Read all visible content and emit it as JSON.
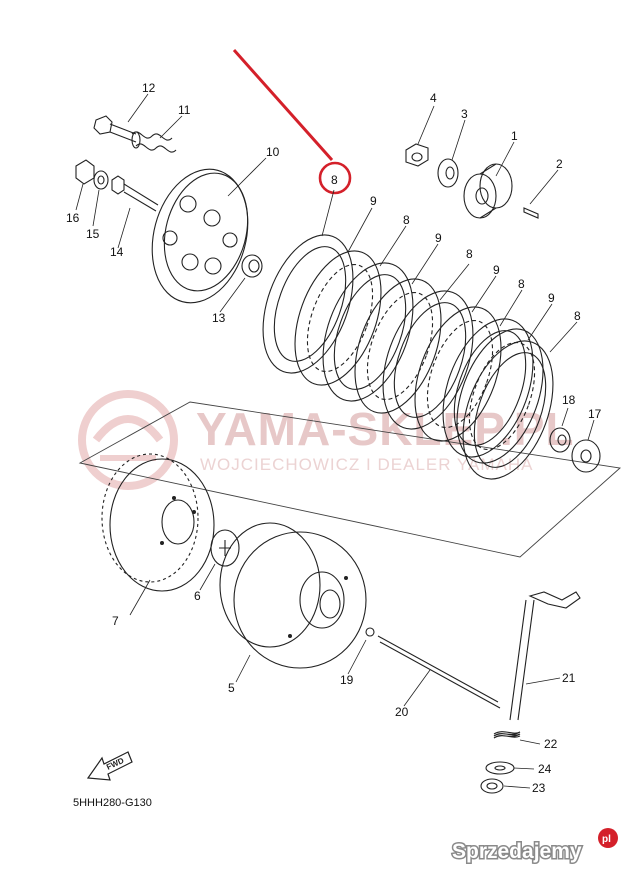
{
  "diagram": {
    "diagram_code": "5HHH280-G130",
    "fwd_label": "FWD",
    "watermark": {
      "title": "YAMA-SKLEP.PL",
      "subtitle": "WOJCIECHOWICZ I DEALER YAMAHA"
    },
    "stamp": {
      "text": "Sprzedajemy",
      "suffix": "pl"
    },
    "highlighted_part": "8",
    "highlight_color": "#d4202a",
    "parts": [
      "1",
      "2",
      "3",
      "4",
      "5",
      "6",
      "7",
      "8",
      "9",
      "10",
      "11",
      "12",
      "13",
      "14",
      "15",
      "16",
      "17",
      "18",
      "19",
      "20",
      "21",
      "22",
      "23",
      "24"
    ],
    "callouts": [
      {
        "number": "1"
      },
      {
        "number": "2"
      },
      {
        "number": "3"
      },
      {
        "number": "4"
      },
      {
        "number": "5"
      },
      {
        "number": "6"
      },
      {
        "number": "7"
      },
      {
        "number": "8"
      },
      {
        "number": "8"
      },
      {
        "number": "8"
      },
      {
        "number": "8"
      },
      {
        "number": "8"
      },
      {
        "number": "9"
      },
      {
        "number": "9"
      },
      {
        "number": "9"
      },
      {
        "number": "9"
      },
      {
        "number": "10"
      },
      {
        "number": "11"
      },
      {
        "number": "12"
      },
      {
        "number": "13"
      },
      {
        "number": "14"
      },
      {
        "number": "15"
      },
      {
        "number": "16"
      },
      {
        "number": "17"
      },
      {
        "number": "18"
      },
      {
        "number": "19"
      },
      {
        "number": "20"
      },
      {
        "number": "21"
      },
      {
        "number": "22"
      },
      {
        "number": "23"
      },
      {
        "number": "24"
      }
    ]
  }
}
